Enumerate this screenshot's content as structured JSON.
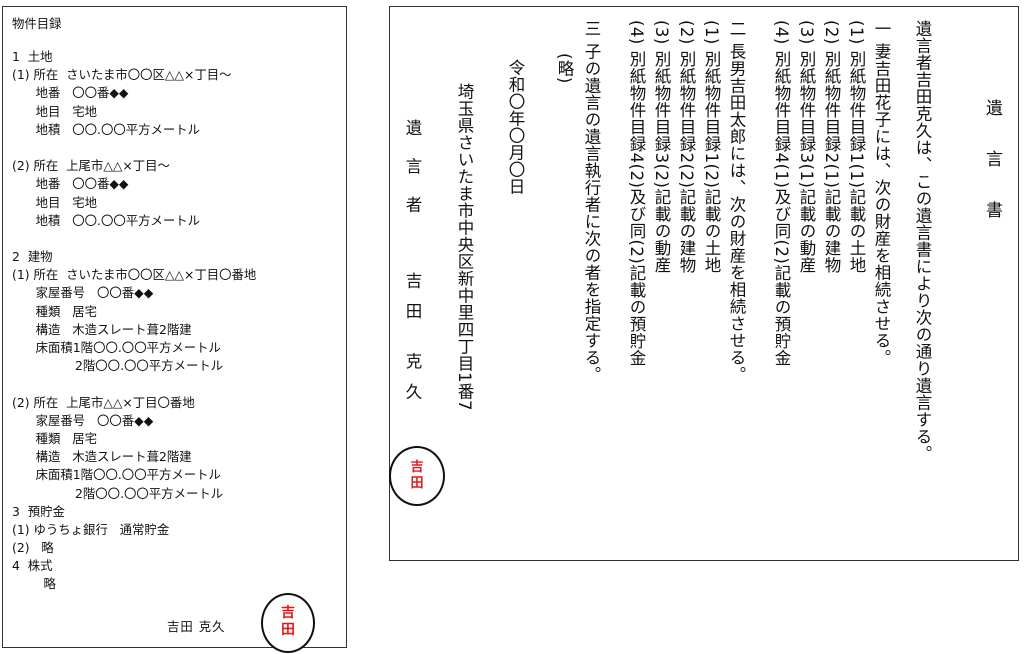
{
  "inventory": {
    "title": "物件目録",
    "lines": [
      "1  土地",
      "(1) 所在  さいたま市〇〇区△△×丁目～",
      "      地番   〇〇番◆◆",
      "      地目   宅地",
      "      地積   〇〇.〇〇平方メートル",
      "",
      "(2) 所在  上尾市△△×丁目～",
      "      地番   〇〇番◆◆",
      "      地目   宅地",
      "      地積   〇〇.〇〇平方メートル",
      "",
      "2  建物",
      "(1) 所在  さいたま市〇〇区△△×丁目〇番地",
      "      家屋番号   〇〇番◆◆",
      "      種類   居宅",
      "      構造   木造スレート葺2階建",
      "      床面積1階〇〇.〇〇平方メートル",
      "                2階〇〇.〇〇平方メートル",
      "",
      "(2) 所在  上尾市△△×丁目〇番地",
      "      家屋番号   〇〇番◆◆",
      "      種類   居宅",
      "      構造   木造スレート葺2階建",
      "      床面積1階〇〇.〇〇平方メートル",
      "                2階〇〇.〇〇平方メートル",
      "3  預貯金",
      "(1) ゆうちょ銀行   通常貯金",
      "(2)   略",
      "4  株式",
      "        略"
    ],
    "signer": "吉田  克久",
    "seal": [
      "吉",
      "田"
    ]
  },
  "will": {
    "heading": "遺言書",
    "intro": "遺言者吉田克久は、この遺言書により次の通り遺言する。",
    "c1": "一  妻吉田花子には、次の財産を相続させる。",
    "c1_1": "(1) 別紙物件目録1(1)記載の土地",
    "c1_2": "(2) 別紙物件目録2(1)記載の建物",
    "c1_3": "(3) 別紙物件目録3(1)記載の動産",
    "c1_4": "(4) 別紙物件目録4(1)及び同(2)記載の預貯金",
    "c2": "二  長男吉田太郎には、次の財産を相続させる。",
    "c2_1": "(1) 別紙物件目録1(2)記載の土地",
    "c2_2": "(2) 別紙物件目録2(2)記載の建物",
    "c2_3": "(3) 別紙物件目録3(2)記載の動産",
    "c2_4": "(4) 別紙物件目録4(2)及び同(2)記載の預貯金",
    "c3": "三  子の遺言の遺言執行者に次の者を指定する。",
    "c3_omit": "(略)",
    "date": "令和〇年〇月〇日",
    "address": "埼玉県さいたま市中央区新中里四丁目1番7",
    "testator_label": "遺言者",
    "testator_name": "吉田 克久",
    "seal": [
      "吉",
      "田"
    ]
  },
  "colors": {
    "seal_text": "#e0191e"
  }
}
